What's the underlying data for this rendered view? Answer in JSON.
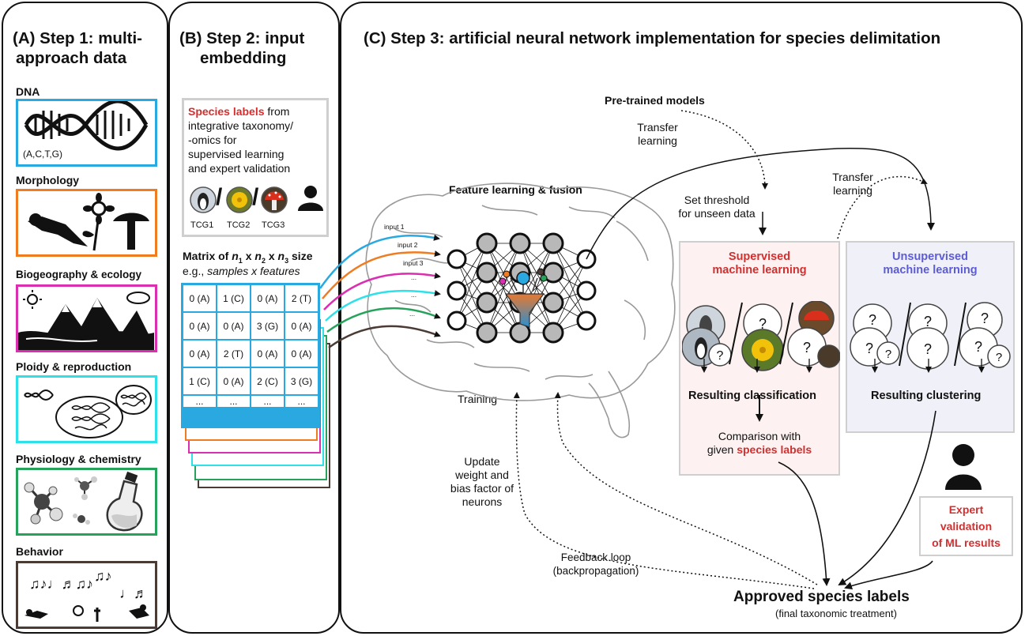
{
  "panel_a": {
    "title_line1": "(A) Step 1: multi-",
    "title_line2": "approach data",
    "categories": [
      {
        "label": "DNA",
        "color": "#29a9e0",
        "note": "(A,C,T,G)"
      },
      {
        "label": "Morphology",
        "color": "#f07c22"
      },
      {
        "label": "Biogeography & ecology",
        "color": "#d92fb0"
      },
      {
        "label": "Ploidy & reproduction",
        "color": "#2ee0e8"
      },
      {
        "label": "Physiology & chemistry",
        "color": "#27a25a"
      },
      {
        "label": "Behavior",
        "color": "#4a3b35"
      }
    ]
  },
  "panel_b": {
    "title_line1": "(B) Step 2: input",
    "title_line2": "embedding",
    "species_box": {
      "highlight": "Species labels",
      "line1_rest": " from",
      "line2": "integrative taxonomy/",
      "line3": "-omics for",
      "line4": "supervised learning",
      "line5": "and expert validation",
      "tcg": [
        "TCG1",
        "TCG2",
        "TCG3"
      ],
      "slash": "/"
    },
    "matrix": {
      "title_pre": "Matrix of ",
      "n1": "n",
      "sub1": "1",
      "x1": " x ",
      "n2": "n",
      "sub2": "2",
      "x2": " x ",
      "n3": "n",
      "sub3": "3",
      "title_post": " size",
      "subtitle_pre": "e.g., ",
      "subtitle_em": "samples x features",
      "rows": [
        [
          "0 (A)",
          "1 (C)",
          "0 (A)",
          "2 (T)"
        ],
        [
          "0 (A)",
          "0 (A)",
          "3 (G)",
          "0 (A)"
        ],
        [
          "0 (A)",
          "2 (T)",
          "0 (A)",
          "0 (A)"
        ],
        [
          "1 (C)",
          "0 (A)",
          "2 (C)",
          "3 (G)"
        ],
        [
          "...",
          "...",
          "...",
          "..."
        ]
      ]
    },
    "inputs": [
      "input 1",
      "input 2",
      "input 3",
      "...",
      "...",
      "..."
    ]
  },
  "panel_c": {
    "title": "(C) Step 3: artificial neural network implementation for species delimitation",
    "pretrained": "Pre-trained models",
    "transfer1_a": "Transfer",
    "transfer1_b": "learning",
    "transfer2_a": "Transfer",
    "transfer2_b": "learning",
    "threshold_a": "Set threshold",
    "threshold_b": "for unseen data",
    "feature": "Feature learning & fusion",
    "supervised_a": "Supervised",
    "supervised_b": "machine learning",
    "unsupervised_a": "Unsupervised",
    "unsupervised_b": "machine learning",
    "qmark": "?",
    "classification": "Resulting classification",
    "clustering": "Resulting clustering",
    "comparison_a": "Comparison with",
    "comparison_b_pre": "given ",
    "comparison_b_hl": "species labels",
    "training": "Training",
    "update_lines": [
      "Update",
      "weight and",
      "bias factor of",
      "neurons"
    ],
    "feedback_a": "Feedback loop",
    "feedback_b": "(backpropagation)",
    "expert_lines": [
      "Expert",
      "validation",
      "of ML results"
    ],
    "approved": "Approved species labels",
    "final": "(final taxonomic treatment)"
  },
  "colors": {
    "supervised_title": "#d32f2f",
    "unsupervised_title": "#5c5cd6",
    "supervised_bg": "#fdf2f1",
    "unsupervised_bg": "#eff0f8",
    "node_fill": "#b8b8b8"
  }
}
